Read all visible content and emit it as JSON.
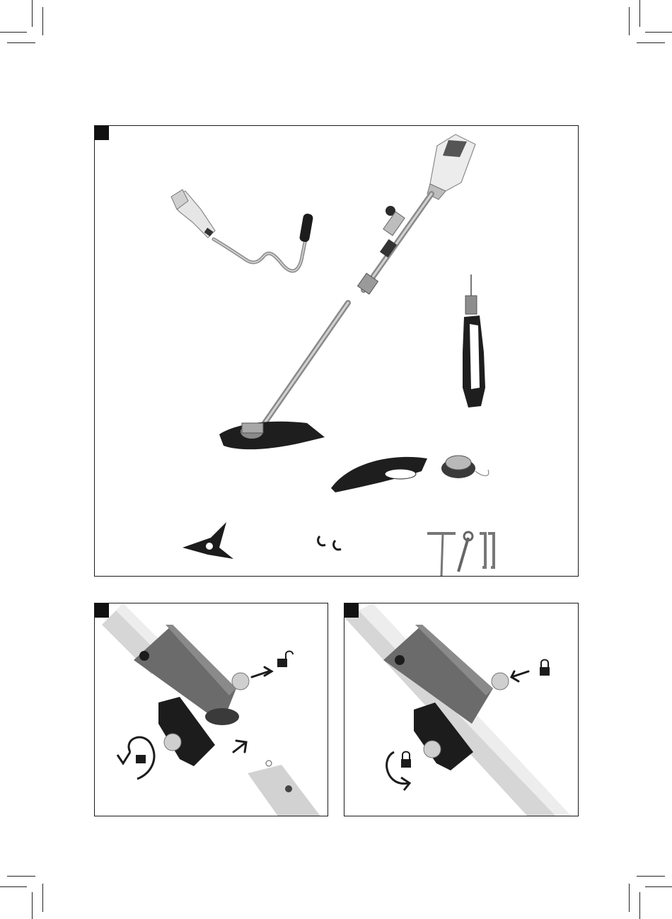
{
  "page": {
    "background": "#ffffff",
    "ink": "#1a1a1a"
  },
  "figures": [
    {
      "name": "figure-1-parts-overview",
      "parts": [
        "battery-housing-icon",
        "bike-handle-icon",
        "upper-shaft-icon",
        "lower-shaft-icon",
        "guard-icon",
        "guard-extension-icon",
        "spool-head-icon",
        "shoulder-strap-icon",
        "three-tooth-blade-icon",
        "clip-pair-icon",
        "socket-wrench-icon",
        "open-spanner-icon",
        "hex-key-icon"
      ]
    },
    {
      "name": "figure-2-unlock-shaft",
      "symbols": [
        "unlock-padlock-icon",
        "unlock-rotate-icon"
      ]
    },
    {
      "name": "figure-3-lock-shaft",
      "symbols": [
        "lock-padlock-icon",
        "lock-rotate-icon"
      ]
    }
  ]
}
